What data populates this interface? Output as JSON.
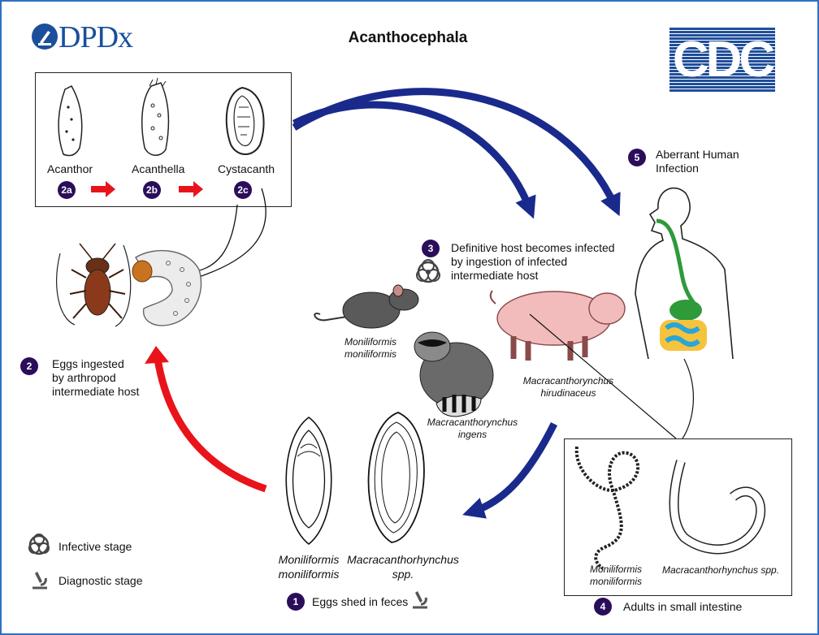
{
  "title": "Acanthocephala",
  "logos": {
    "dpdx": "DPDx",
    "cdc": "CDC"
  },
  "stages": {
    "s2a": {
      "num": "2a",
      "label": "Acanthor"
    },
    "s2b": {
      "num": "2b",
      "label": "Acanthella"
    },
    "s2c": {
      "num": "2c",
      "label": "Cystacanth"
    }
  },
  "steps": {
    "s1": {
      "num": "1",
      "label": "Eggs shed in feces"
    },
    "s2": {
      "num": "2",
      "label_lines": [
        "Eggs ingested",
        "by arthropod",
        "intermediate host"
      ]
    },
    "s3": {
      "num": "3",
      "label_lines": [
        "Definitive host becomes infected",
        "by ingestion of infected",
        "intermediate host"
      ]
    },
    "s4": {
      "num": "4",
      "label": "Adults in small intestine"
    },
    "s5": {
      "num": "5",
      "label_lines": [
        "Aberrant Human",
        "Infection"
      ]
    }
  },
  "hosts": {
    "rat": [
      "Moniliformis",
      "moniliformis"
    ],
    "raccoon": [
      "Macracanthorynchus",
      "ingens"
    ],
    "pig": [
      "Macracanthorynchus",
      "hirudinaceus"
    ]
  },
  "eggs": {
    "left": [
      "Moniliformis",
      "moniliformis"
    ],
    "right": [
      "Macracanthorhynchus",
      "spp."
    ]
  },
  "adults": {
    "left": [
      "Moniliformis",
      "moniliformis"
    ],
    "right": "Macracanthorhynchus spp."
  },
  "legend": {
    "infective": "Infective stage",
    "diagnostic": "Diagnostic stage"
  },
  "colors": {
    "step_circle": "#2a0e5a",
    "blue_arrow": "#1a2a8c",
    "red_arrow": "#e8141a",
    "logo_blue": "#1f4e9b"
  },
  "icons": [
    "biohazard-icon",
    "microscope-icon"
  ]
}
